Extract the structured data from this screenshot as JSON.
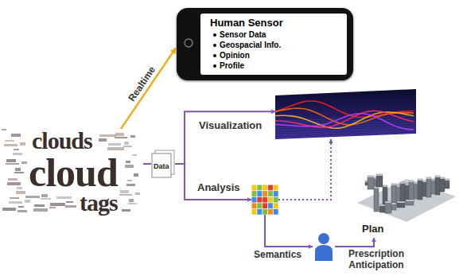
{
  "diagram": {
    "nodes": [
      {
        "text": [
          "clouds",
          "cloud",
          "tags"
        ]
      },
      {
        "text": [
          "Human Sensor",
          "Sensor Data",
          "Geospacial Info.",
          "Opinion",
          "Profile"
        ]
      },
      {
        "text": [
          "Data"
        ]
      },
      {
        "text": [
          "Visualization"
        ]
      },
      {
        "text": [
          "Analysis"
        ]
      },
      {
        "text": []
      },
      {
        "text": [
          "Plan"
        ]
      }
    ],
    "edges": [
      {
        "from": 0,
        "to": 1,
        "label": "Realtime",
        "arrow": "to"
      },
      {
        "from": 0,
        "to": 2,
        "arrow": "none"
      },
      {
        "from": 2,
        "to": 3,
        "arrow": "to"
      },
      {
        "from": 2,
        "to": 4,
        "arrow": "to"
      },
      {
        "from": 4,
        "to": 3,
        "arrow": "to"
      },
      {
        "from": 4,
        "to": 5,
        "label": "Semantics",
        "arrow": "to"
      },
      {
        "from": 5,
        "to": 6,
        "label": "Prescription Anticipation",
        "arrow": "to"
      }
    ]
  }
}
